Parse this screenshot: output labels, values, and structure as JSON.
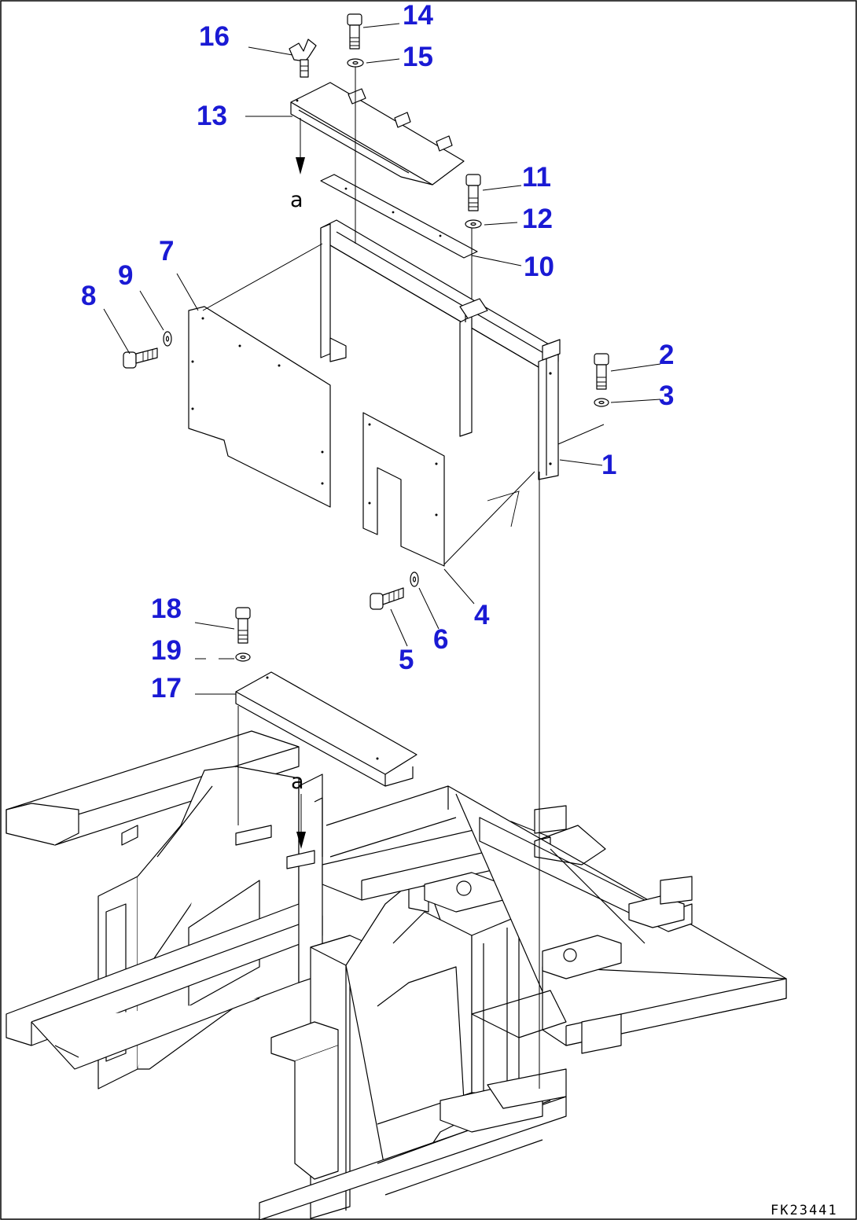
{
  "diagram": {
    "callouts": [
      {
        "id": "1",
        "label": "1"
      },
      {
        "id": "2",
        "label": "2"
      },
      {
        "id": "3",
        "label": "3"
      },
      {
        "id": "4",
        "label": "4"
      },
      {
        "id": "5",
        "label": "5"
      },
      {
        "id": "6",
        "label": "6"
      },
      {
        "id": "7",
        "label": "7"
      },
      {
        "id": "8",
        "label": "8"
      },
      {
        "id": "9",
        "label": "9"
      },
      {
        "id": "10",
        "label": "10"
      },
      {
        "id": "11",
        "label": "11"
      },
      {
        "id": "12",
        "label": "12"
      },
      {
        "id": "13",
        "label": "13"
      },
      {
        "id": "14",
        "label": "14"
      },
      {
        "id": "15",
        "label": "15"
      },
      {
        "id": "16",
        "label": "16"
      },
      {
        "id": "17",
        "label": "17"
      },
      {
        "id": "18",
        "label": "18"
      },
      {
        "id": "19",
        "label": "19"
      }
    ],
    "reference_letters": [
      "a",
      "a"
    ],
    "figure_code": "FK23441",
    "colors": {
      "callout": "#1a1ad4",
      "line": "#000000",
      "background": "#ffffff"
    }
  }
}
